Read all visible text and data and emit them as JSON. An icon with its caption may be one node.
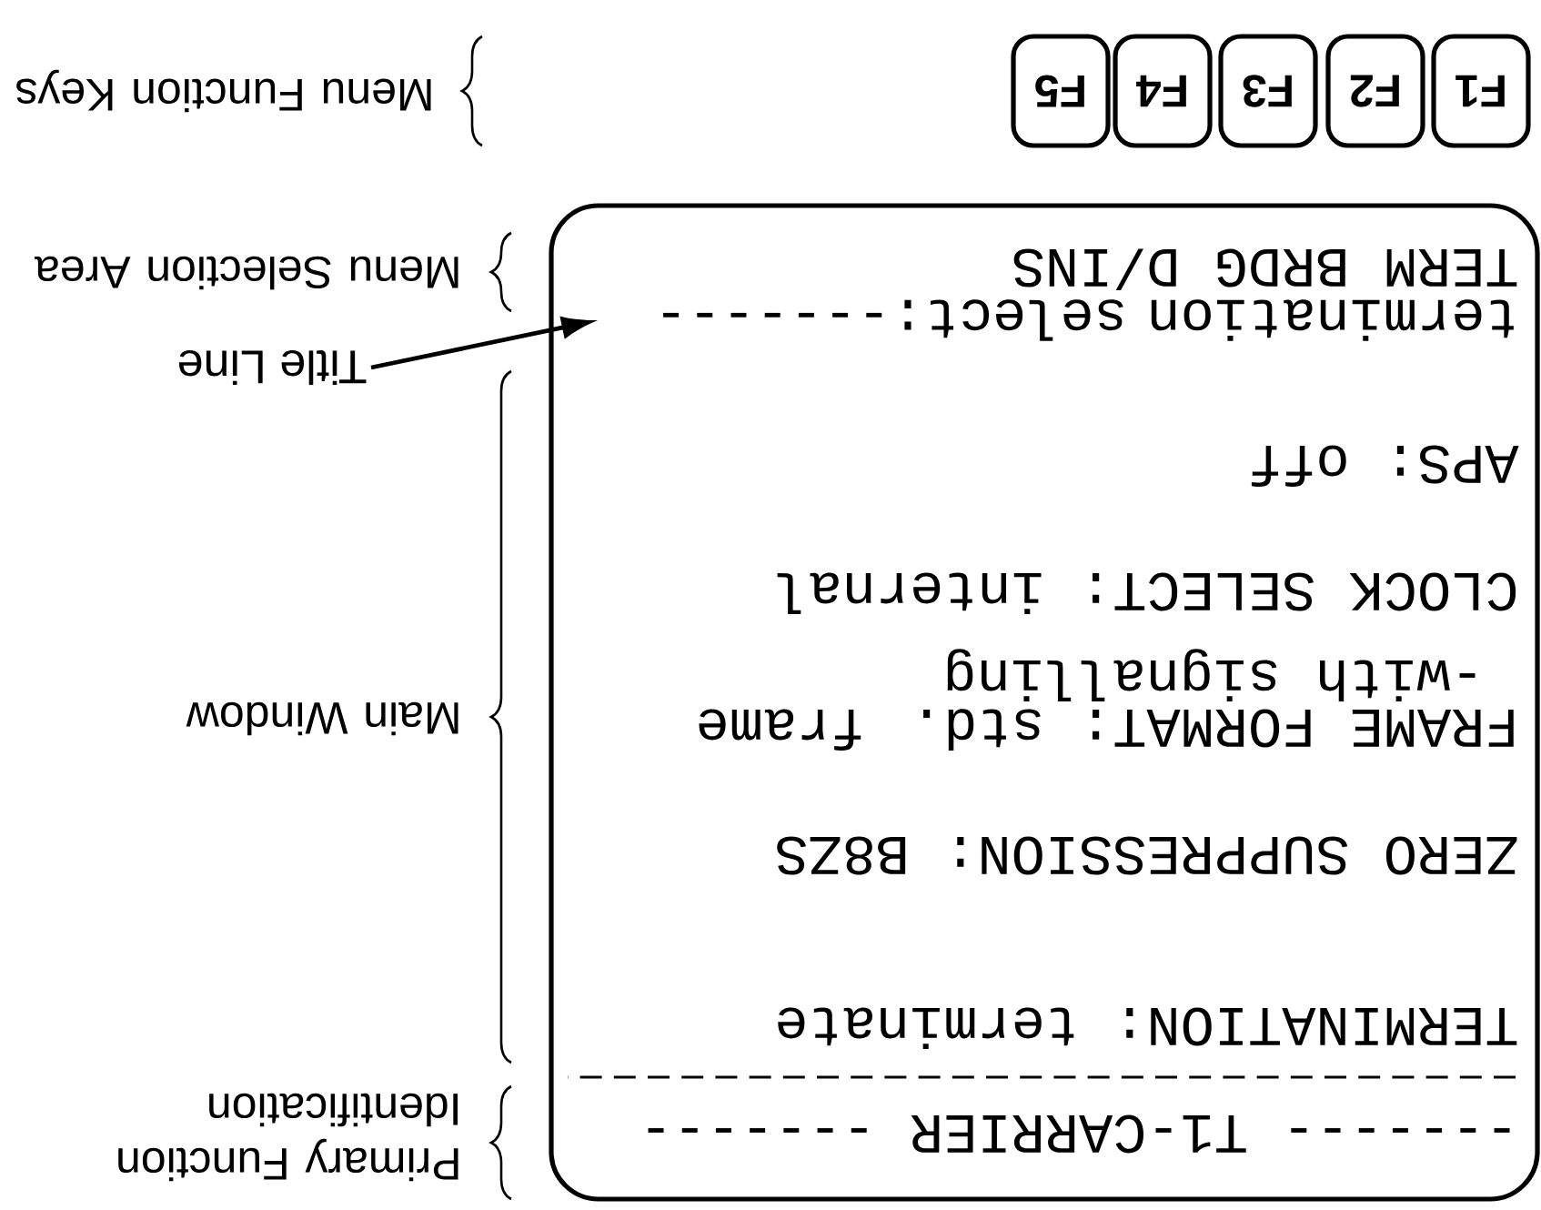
{
  "diagram": {
    "nodes": [
      {
        "text": [
          "------- T1-CARRIER -------",
          "TERMINATION: terminate",
          "ZERO SUPPRESSION: B8ZS",
          "FRAME FORMAT: std. frame",
          "-with signalling",
          "CLOCK SELECT: internal",
          "APS: off",
          "TERM BRDG D/INS"
        ]
      },
      {
        "text": [
          "termination select:-------"
        ],
        "in": 0
      },
      {
        "text": [
          "F1"
        ]
      },
      {
        "text": [
          "F2"
        ]
      },
      {
        "text": [
          "F3"
        ]
      },
      {
        "text": [
          "F4"
        ]
      },
      {
        "text": [
          "F5"
        ]
      },
      {
        "text": [
          "Title Line"
        ]
      }
    ],
    "edges": [
      {
        "from": 7,
        "to": 1,
        "arrow": "to"
      }
    ],
    "labels": [
      "Primary Function Identification",
      "Main Window",
      "Menu Selection Area",
      "Menu Function Keys"
    ]
  }
}
